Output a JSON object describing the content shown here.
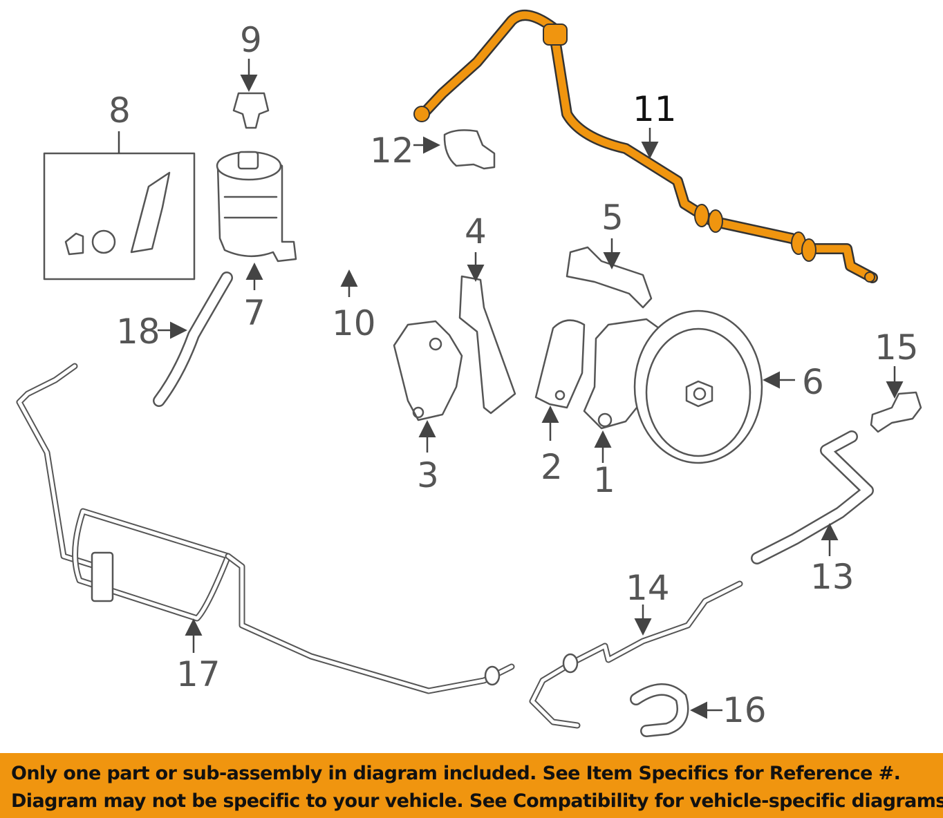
{
  "callouts": {
    "c1": "1",
    "c2": "2",
    "c3": "3",
    "c4": "4",
    "c5": "5",
    "c6": "6",
    "c7": "7",
    "c8": "8",
    "c9": "9",
    "c10": "10",
    "c11": "11",
    "c12": "12",
    "c13": "13",
    "c14": "14",
    "c15": "15",
    "c16": "16",
    "c17": "17",
    "c18": "18"
  },
  "highlight_color": "#f0950f",
  "banner": {
    "line1": "Only one part or sub-assembly in diagram included. See Item Specifics for Reference #.",
    "line2": "Diagram may not be specific to your vehicle. See Compatibility for vehicle-specific diagrams."
  }
}
